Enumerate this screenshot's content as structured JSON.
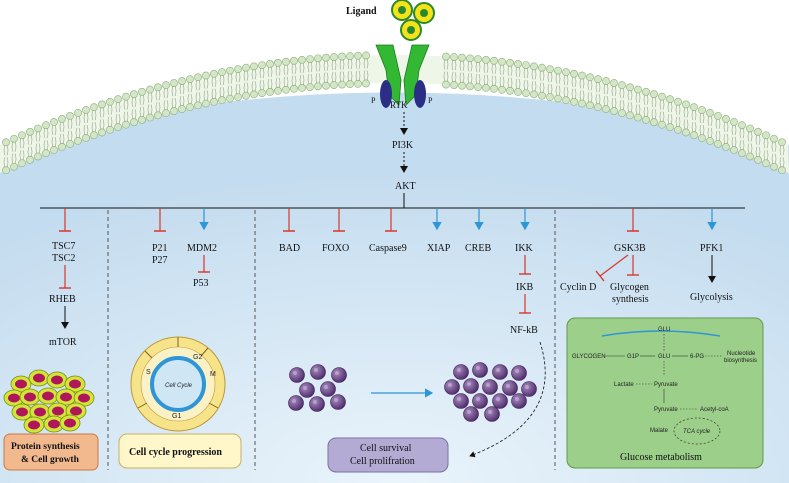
{
  "receptor": {
    "ligand": "Ligand",
    "rtk": "RTK",
    "p_left": "P",
    "p_right": "P"
  },
  "cascade": {
    "pi3k": "PI3K",
    "akt": "AKT"
  },
  "targets": {
    "tsc7": "TSC7",
    "tsc2": "TSC2",
    "rheb": "RHEB",
    "mtor": "mTOR",
    "p21": "P21",
    "p27": "P27",
    "mdm2": "MDM2",
    "p53": "P53",
    "bad": "BAD",
    "foxo": "FOXO",
    "caspase9": "Caspase9",
    "xiap": "XIAP",
    "creb": "CREB",
    "ikk": "IKK",
    "ikb": "IKB",
    "nfkb": "NF-kB",
    "gsk3b": "GSK3B",
    "pfk1": "PFK1",
    "cyclin_d": "Cyclin D",
    "glycogen_1": "Glycogen",
    "glycogen_2": "synthesis",
    "glycolysis": "Glycolysis"
  },
  "cell_cycle": {
    "center": "Cell Cycle",
    "g2": "G2",
    "m": "M",
    "s": "S",
    "g1": "G1"
  },
  "metabolism": {
    "glu_top": "GLU",
    "glycogen": "GLYCOGEN",
    "g1p": "G1P",
    "glu_mid": "GLU",
    "six_pg": "6-PG",
    "nucleotide_1": "Nucleotide",
    "nucleotide_2": "biosynthesis",
    "lactate": "Lactate",
    "pyruvate_1": "Pyruvate",
    "pyruvate_2": "Pyruvate",
    "acetyl": "Acetyl-coA",
    "malate": "Malate",
    "tca": "TCA cycle",
    "title": "Glucose metabolism"
  },
  "outcomes": {
    "protein_1": "Protein synthesis",
    "protein_2": "& Cell growth",
    "cellcycle": "Cell cycle progression",
    "survival_1": "Cell survival",
    "survival_2": "Cell prolifration"
  },
  "colors": {
    "membrane": "#d3e6c6",
    "cytoplasm": "#cfe3f3",
    "receptor": "#33b833",
    "ligand": "#f5e21a",
    "phospho": "#2a2f85",
    "inhibit": "#d9362b",
    "activate": "#2e95d6",
    "cells": "#6d3f86",
    "metabolism_bg": "#9ccf8a",
    "protein_box": "#f2b88e",
    "cellcycle_box": "#fff6c9",
    "survival_box": "#b3abd3"
  }
}
